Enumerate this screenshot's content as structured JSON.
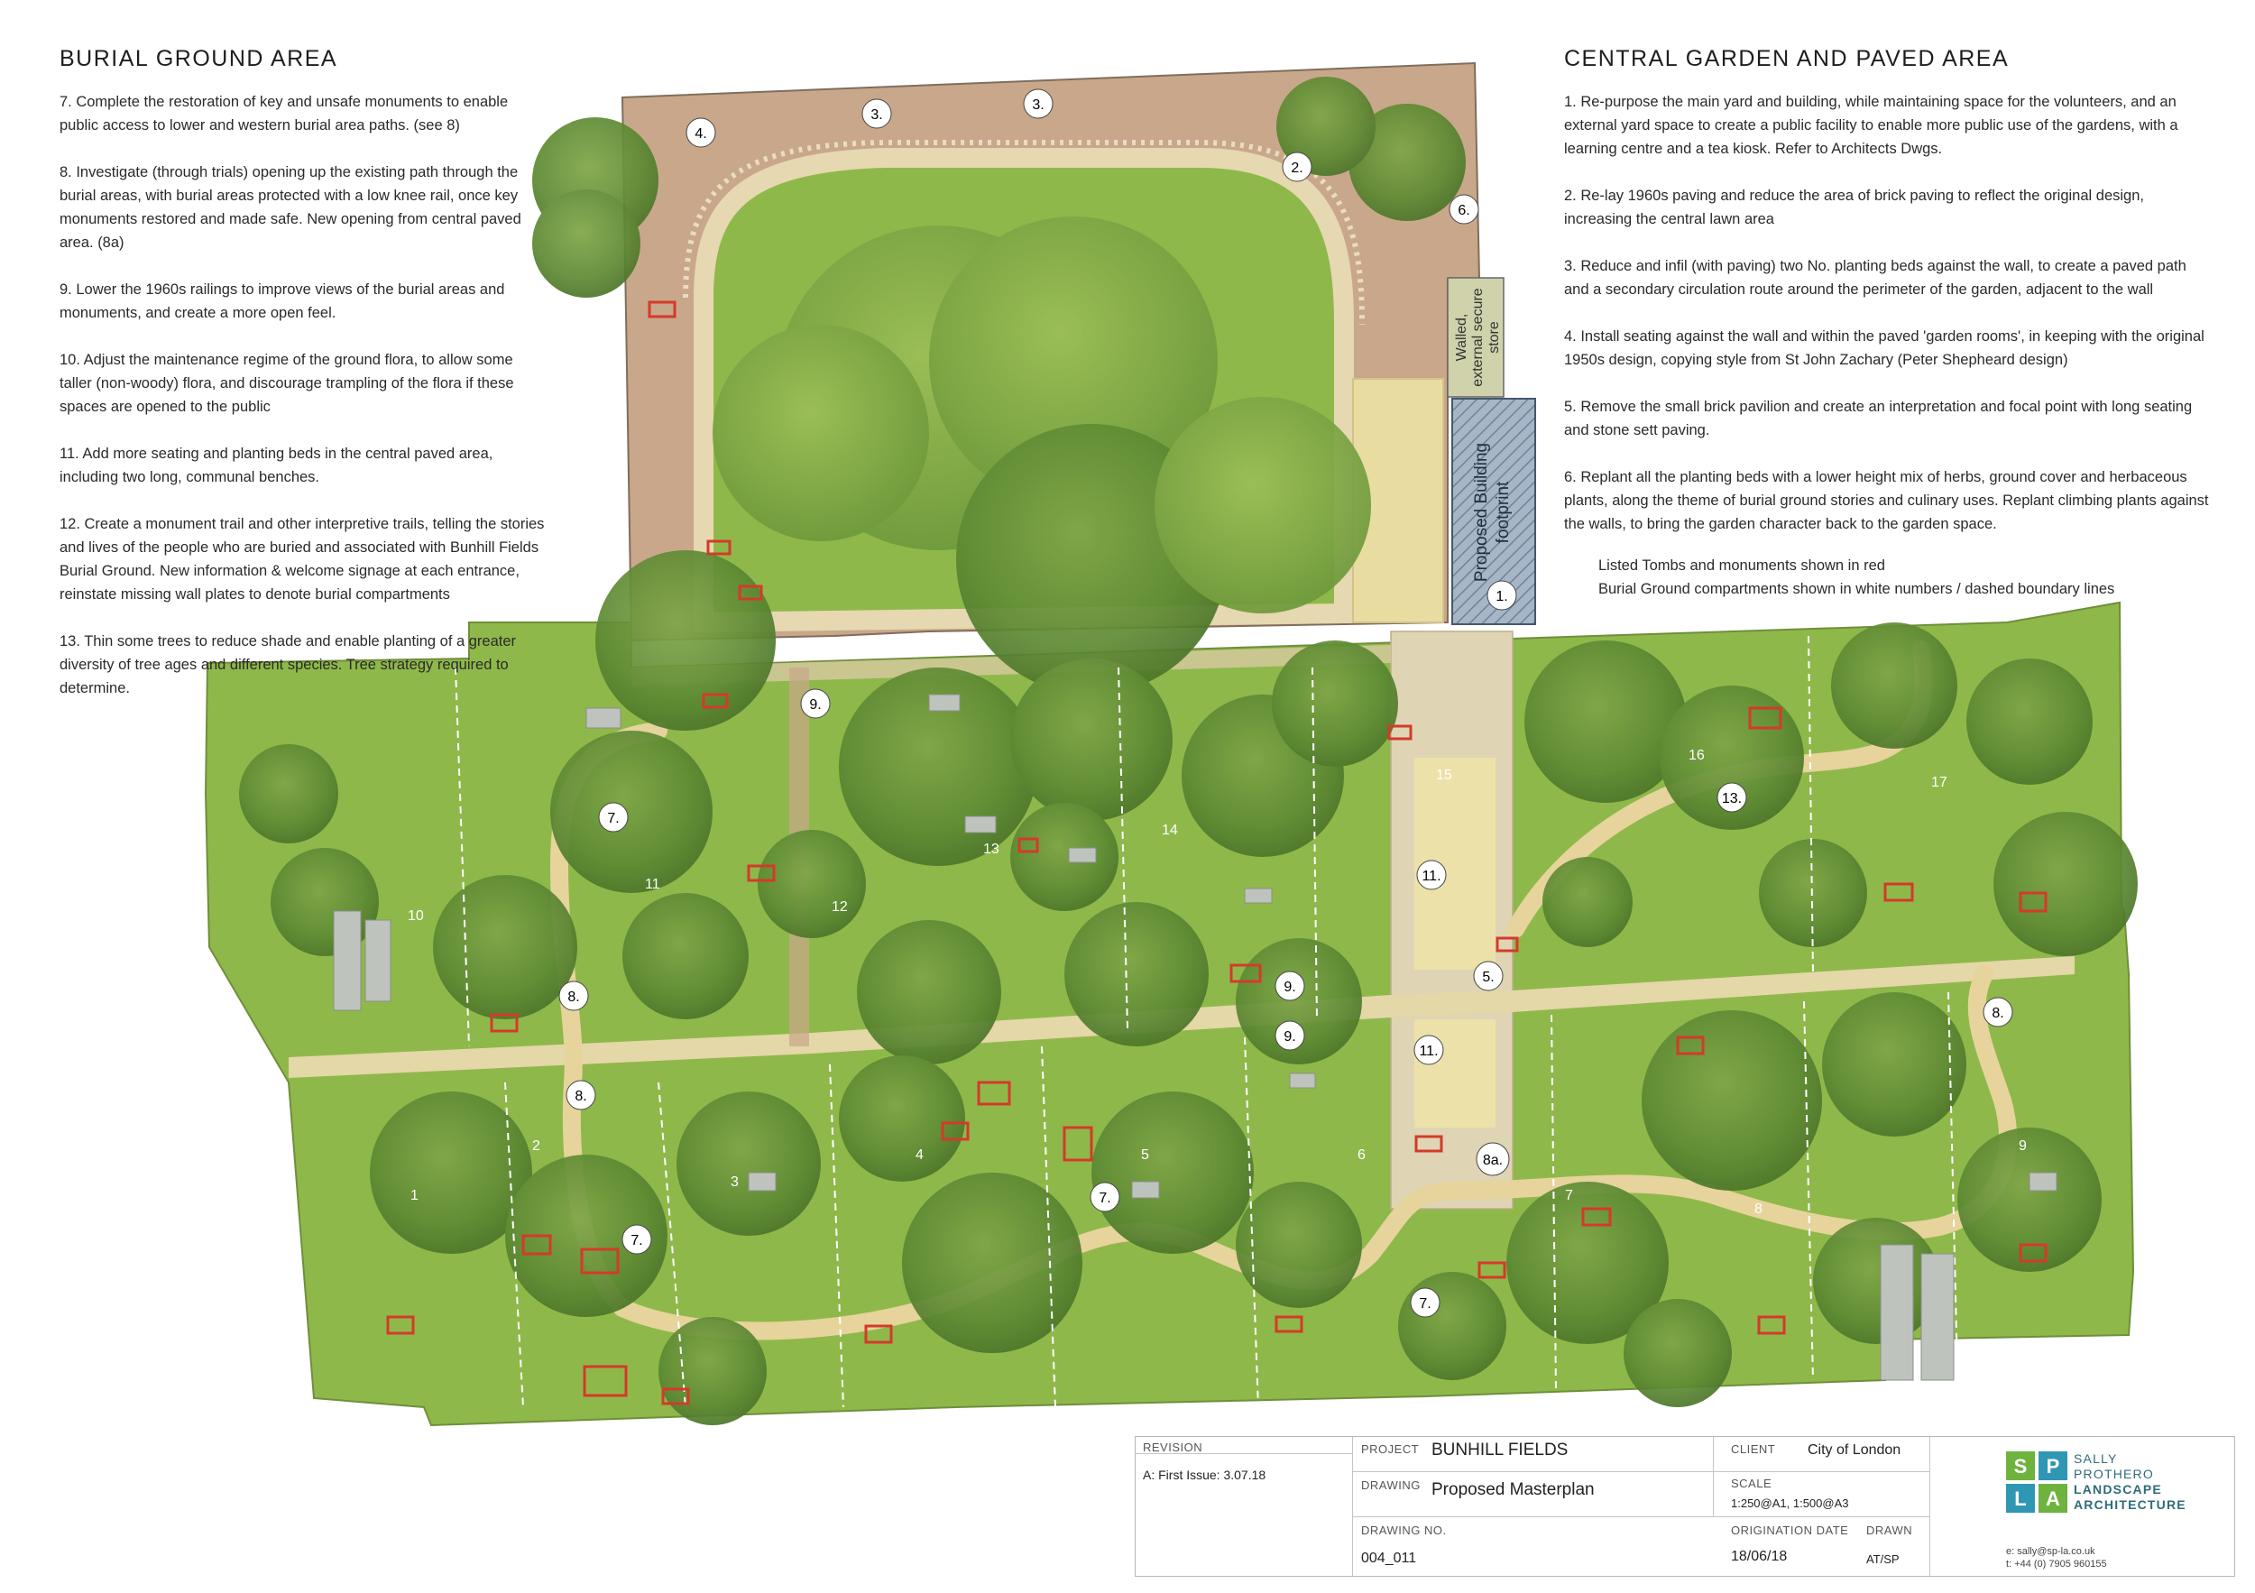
{
  "left_notes": {
    "title": "BURIAL GROUND AREA",
    "items": [
      "7. Complete the restoration of key and unsafe monuments to enable public access to lower and western burial area paths. (see 8)",
      "8. Investigate (through trials) opening up the existing path through the burial areas, with burial areas protected with a low knee rail, once key monuments restored and made safe. New opening from central paved area. (8a)",
      "9. Lower the 1960s railings to improve views of the burial areas and monuments, and create a more open feel.",
      "10. Adjust the maintenance regime of the ground flora, to allow some taller (non-woody) flora, and discourage trampling of the flora if these spaces are opened to the public",
      "11. Add more seating and  planting beds in the central paved area, including two long, communal benches.",
      "12. Create a monument trail and other interpretive trails, telling the stories and lives of the people who are buried and associated with Bunhill Fields Burial Ground. New information & welcome signage at each entrance, reinstate missing wall plates to denote burial compartments",
      "13. Thin some trees to reduce shade and enable planting of a greater diversity of tree ages and different species. Tree strategy required to determine."
    ]
  },
  "right_notes": {
    "title": "CENTRAL GARDEN AND PAVED AREA",
    "items": [
      "1. Re-purpose the main yard and building, while maintaining space for the volunteers, and an external yard space to create a public facility to enable more public use of the gardens, with a learning centre and a tea kiosk.  Refer to Architects Dwgs.",
      "2. Re-lay 1960s paving and reduce the area of brick paving to reflect the original design, increasing the central lawn area",
      "3. Reduce and infil (with paving) two No. planting beds against the wall, to create a paved path and a secondary circulation route around the perimeter of the garden, adjacent to the wall",
      "4. Install seating against the wall and within the paved 'garden rooms', in keeping with the original 1950s design, copying style from St John Zachary (Peter Shepheard design)",
      "5. Remove the small brick pavilion and create an interpretation and focal point with long seating and stone sett paving.",
      "6. Replant all the planting beds with a lower height mix of herbs, ground cover and herbaceous plants, along the theme of burial ground stories and culinary uses. Replant climbing plants against the walls, to bring the garden character back to the garden space."
    ]
  },
  "legend": {
    "line1": "Listed Tombs and monuments shown in red",
    "line2": "Burial Ground compartments shown in white numbers / dashed boundary lines"
  },
  "map": {
    "store_label_1": "Walled,",
    "store_label_2": "external secure",
    "store_label_3": "store",
    "building_label_1": "Proposed Building",
    "building_label_2": "footprint",
    "callouts": [
      "1.",
      "2.",
      "3.",
      "3.",
      "4.",
      "5.",
      "6.",
      "7.",
      "7.",
      "7.",
      "7.",
      "8.",
      "8.",
      "8.",
      "8a.",
      "9.",
      "9.",
      "9.",
      "11.",
      "11.",
      "13."
    ],
    "compartments": [
      "1",
      "2",
      "3",
      "4",
      "5",
      "6",
      "7",
      "8",
      "9",
      "10",
      "11",
      "12",
      "13",
      "14",
      "15",
      "16",
      "17"
    ]
  },
  "title_block": {
    "revision_cap": "REVISION",
    "revision_val": "A: First Issue: 3.07.18",
    "project_cap": "PROJECT",
    "project_val": "BUNHILL FIELDS",
    "client_cap": "CLIENT",
    "client_val": "City of London",
    "drawing_cap": "DRAWING",
    "drawing_val": "Proposed Masterplan",
    "scale_cap": "SCALE",
    "scale_val": "1:250@A1, 1:500@A3",
    "drawing_no_cap": "DRAWING NO.",
    "drawing_no_val": "004_011",
    "orig_cap": "ORIGINATION DATE",
    "orig_val": "18/06/18",
    "drawn_cap": "DRAWN",
    "drawn_val": "AT/SP",
    "logo_line1": "SALLY",
    "logo_line2": "PROTHERO",
    "logo_line3": "LANDSCAPE",
    "logo_line4": "ARCHITECTURE",
    "email": "e: sally@sp-la.co.uk",
    "phone": "t: +44 (0) 7905 960155"
  },
  "colors": {
    "lawn": "#8fb84a",
    "lawn_light": "#a9c95a",
    "tree": "#5f8d35",
    "tree_dark": "#4c7a2c",
    "path": "#e6d5a0",
    "brick": "#c5a284",
    "paving": "#e2d8b8",
    "listed": "#d43a2a",
    "building": "#9fb1c4"
  }
}
